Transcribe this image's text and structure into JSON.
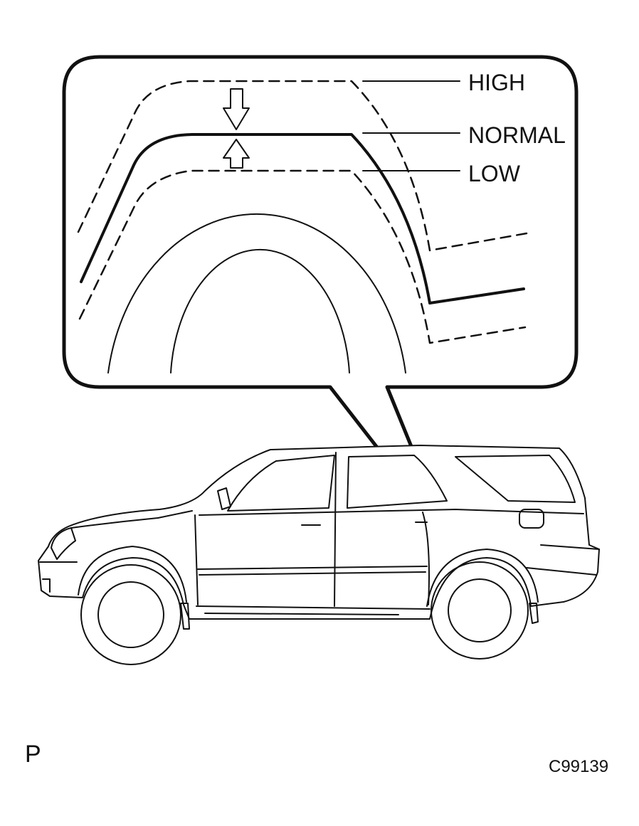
{
  "labels": {
    "high": "HIGH",
    "normal": "NORMAL",
    "low": "LOW"
  },
  "corner": {
    "section_mark": "P",
    "figure_code": "C99139"
  }
}
